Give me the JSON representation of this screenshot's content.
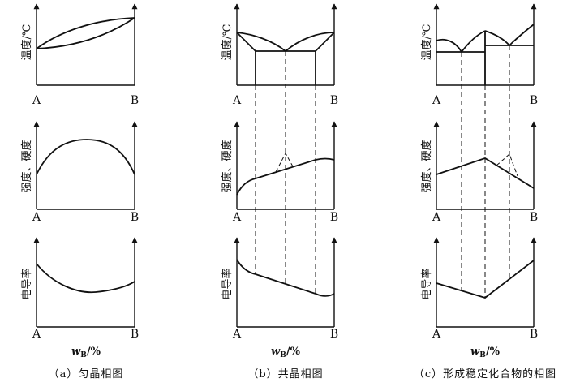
{
  "panels": [
    {
      "caption": "（a）匀晶相图",
      "a_label": "A",
      "b_label": "B",
      "xlabel_w": "w",
      "xlabel_sub": "B",
      "xlabel_unit": "/%",
      "y_labels": [
        "温度/℃",
        "强度、硬度",
        "电导率"
      ]
    },
    {
      "caption": "（b）共晶相图",
      "a_label": "A",
      "b_label": "B",
      "xlabel_w": "w",
      "xlabel_sub": "B",
      "xlabel_unit": "/%",
      "y_labels": [
        "温度/℃",
        "强度、硬度",
        "电导率"
      ]
    },
    {
      "caption": "（c）形成稳定化合物的相图",
      "a_label": "A",
      "b_label": "B",
      "xlabel_w": "w",
      "xlabel_sub": "B",
      "xlabel_unit": "/%",
      "y_labels": [
        "温度/℃",
        "强度、硬度",
        "电导率"
      ]
    }
  ],
  "colors": {
    "line": "#111111",
    "background": "#ffffff"
  }
}
